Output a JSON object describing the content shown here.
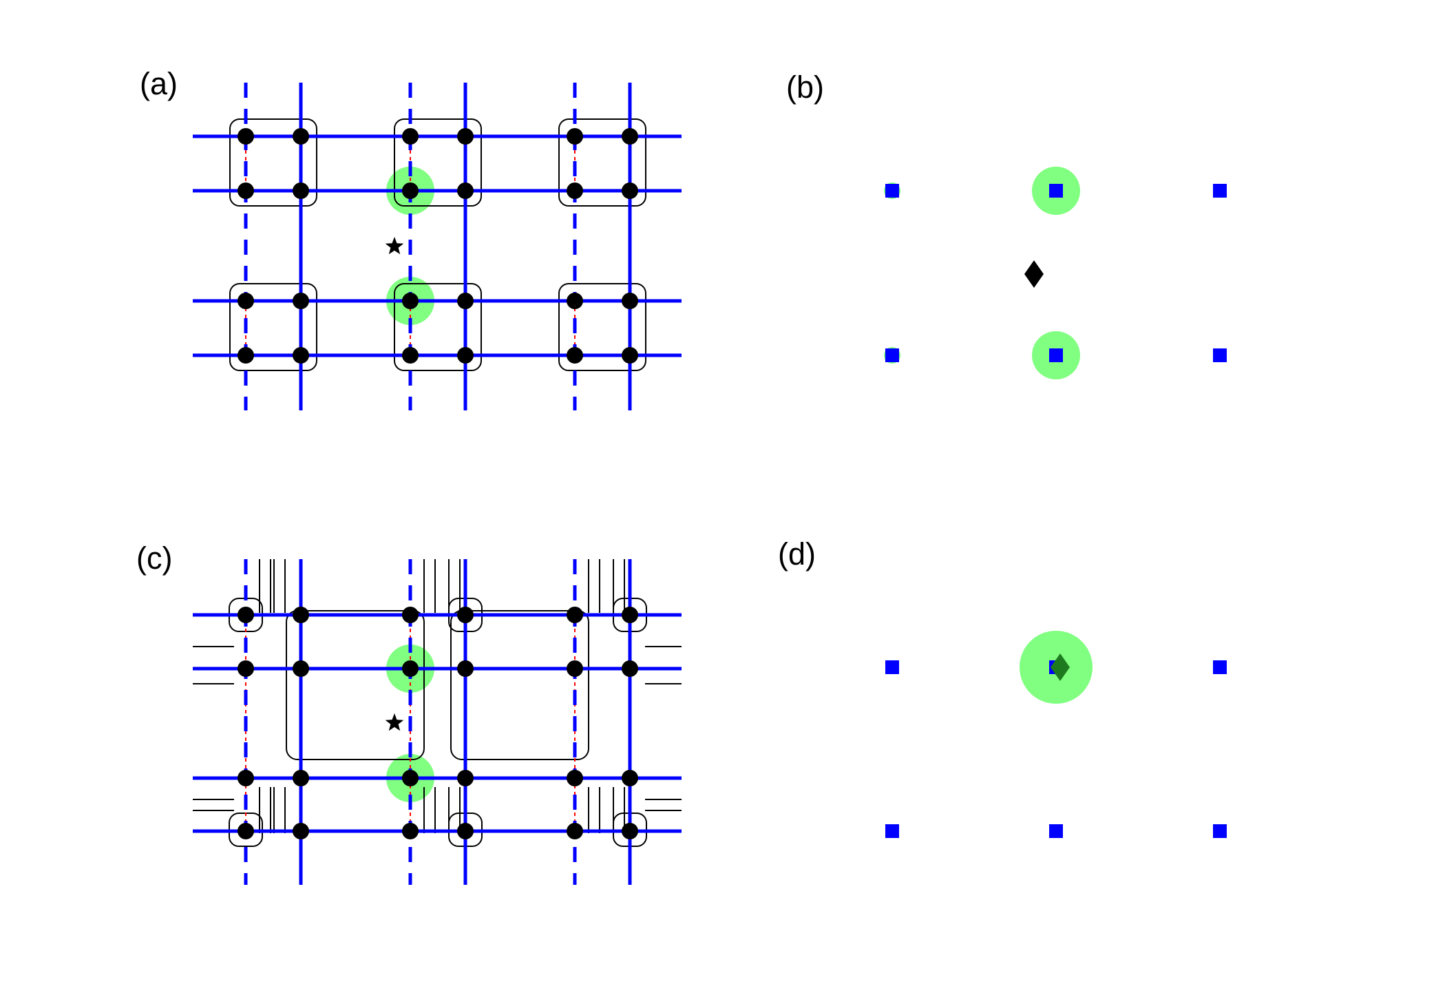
{
  "colors": {
    "bond_blue": "#0000ff",
    "bond_red": "#ff0000",
    "site": "#000000",
    "highlight": "#80ff80",
    "plaquette_outline": "#000000",
    "marker": "#000000"
  },
  "panels": [
    {
      "id": "a",
      "label": "(a)"
    },
    {
      "id": "b",
      "label": "(b)"
    },
    {
      "id": "c",
      "label": "(c)"
    },
    {
      "id": "d",
      "label": "(d)"
    }
  ],
  "icons": {
    "site": "filled-circle",
    "star_marker": "star-icon",
    "diamond_marker": "diamond-icon",
    "reciprocal_point": "blue-square"
  }
}
